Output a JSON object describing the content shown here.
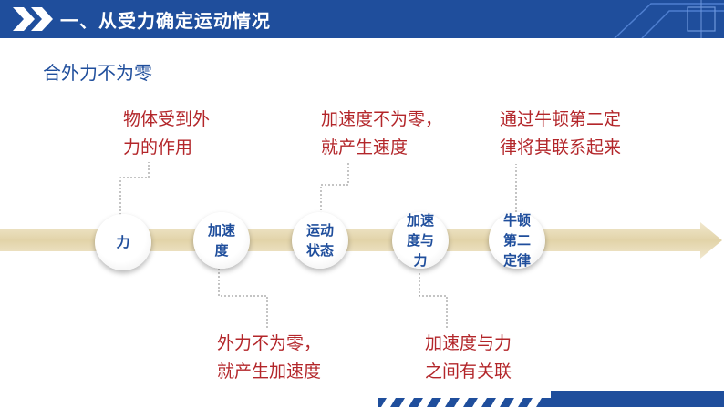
{
  "header": {
    "title": "一、从受力确定运动情况"
  },
  "subtitle": "合外力不为零",
  "nodes": [
    {
      "label": "力"
    },
    {
      "label": "加速\n度"
    },
    {
      "label": "运动\n状态"
    },
    {
      "label": "加速\n度与\n力"
    },
    {
      "label": "牛顿\n第二\n定律"
    }
  ],
  "notes_top": [
    {
      "text": "物体受到外\n力的作用"
    },
    {
      "text": "加速度不为零，\n就产生速度"
    },
    {
      "text": "通过牛顿第二定\n律将其联系起来"
    }
  ],
  "notes_bottom": [
    {
      "text": "外力不为零，\n就产生加速度"
    },
    {
      "text": "加速度与力\n之间有关联"
    }
  ],
  "colors": {
    "header": "#1f4e9c",
    "accent_red": "#b3262a",
    "arrow": "#e8dcb8"
  }
}
